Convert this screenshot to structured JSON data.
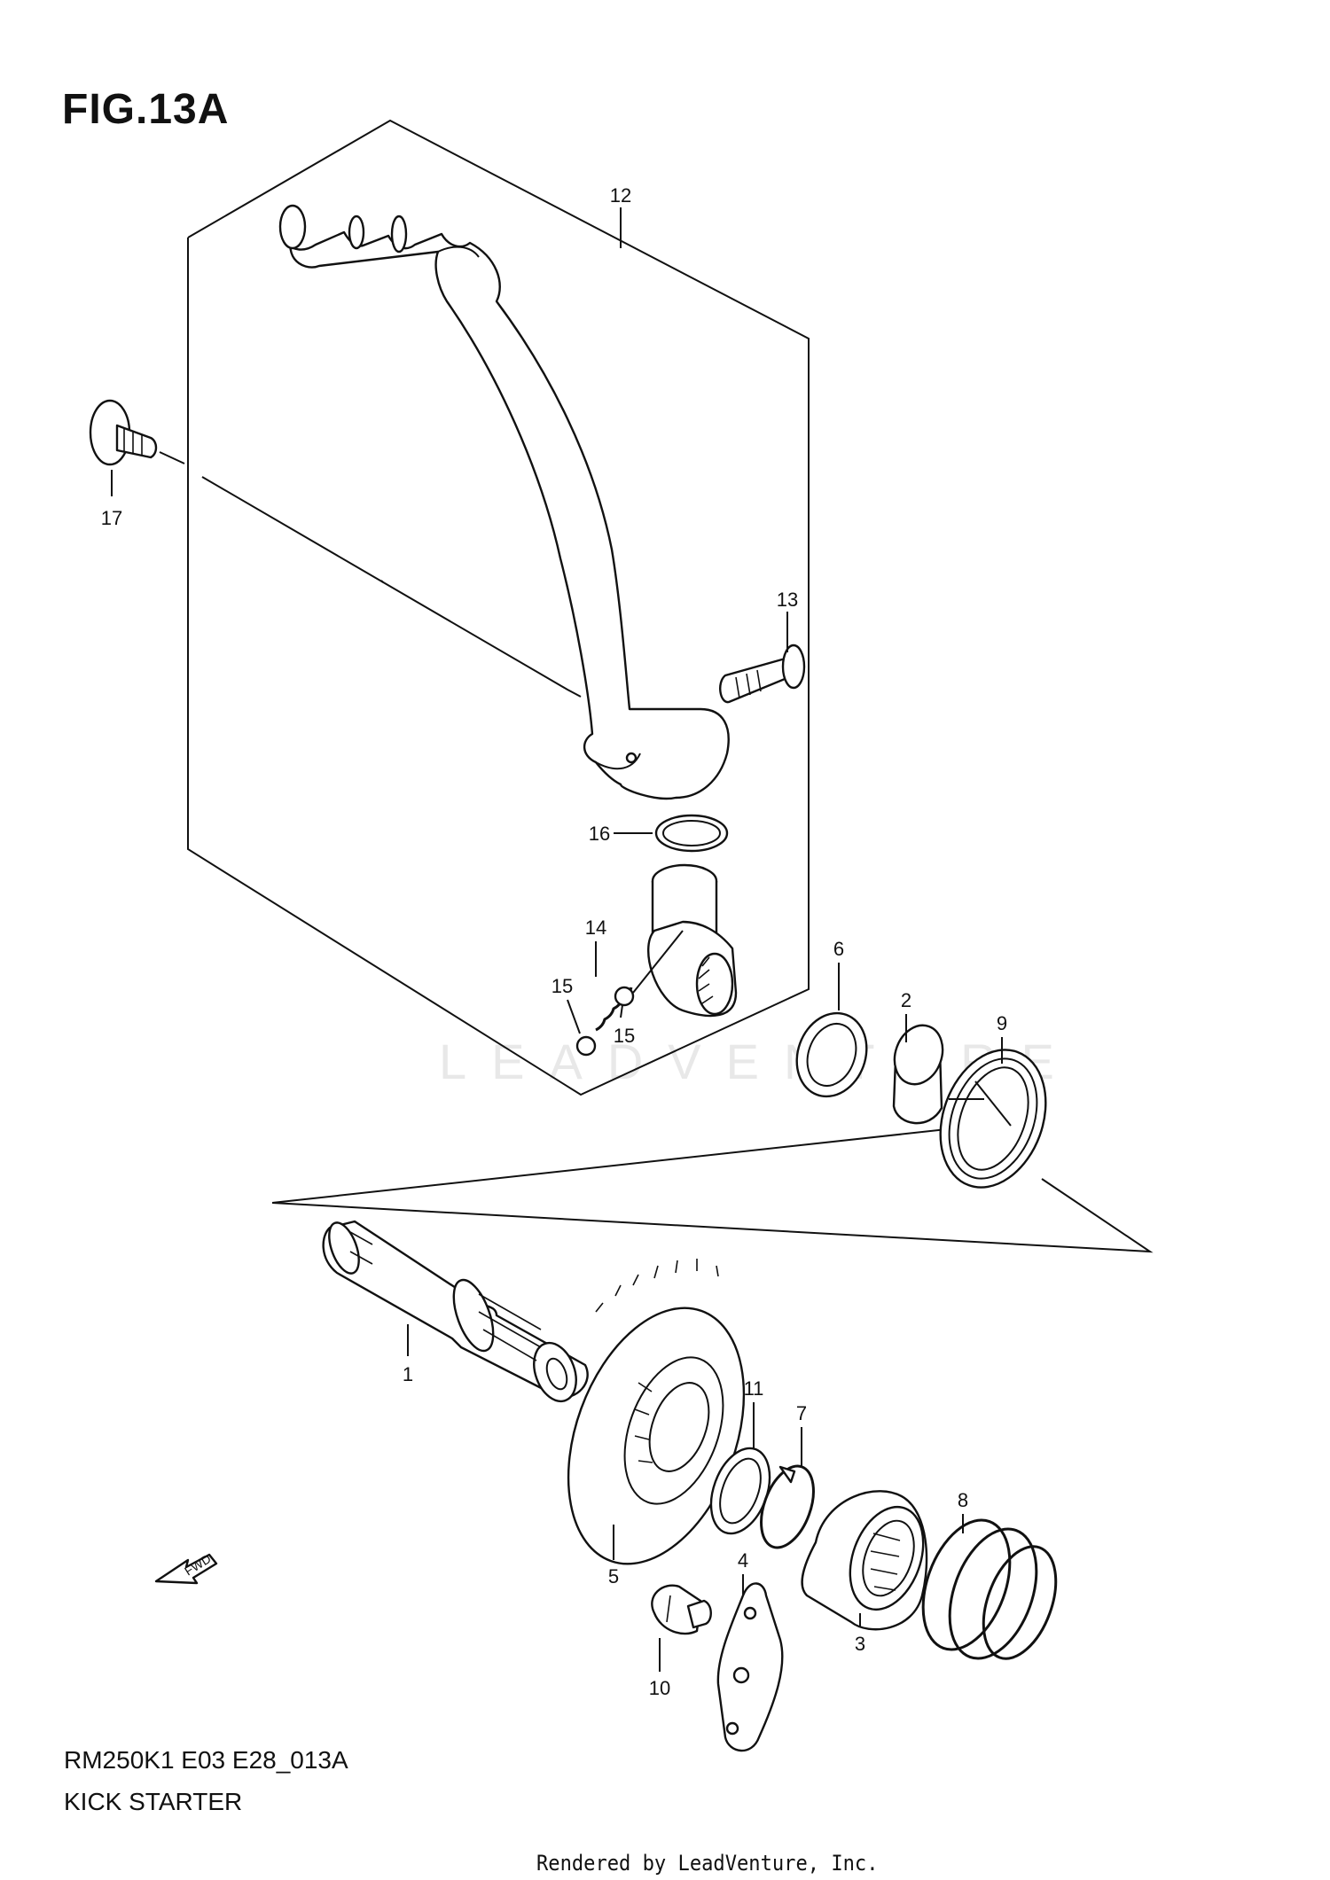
{
  "figure": {
    "title": "FIG.13A"
  },
  "footer": {
    "code": "RM250K1 E03 E28_013A",
    "name": "KICK STARTER",
    "rendered_by": "Rendered by LeadVenture, Inc."
  },
  "watermark": {
    "text": "LEADVENTURE"
  },
  "fwd_label": "FWD",
  "callouts": [
    {
      "label": "12"
    },
    {
      "label": "17"
    },
    {
      "label": "13"
    },
    {
      "label": "16"
    },
    {
      "label": "14"
    },
    {
      "label": "15"
    },
    {
      "label": "15"
    },
    {
      "label": "6"
    },
    {
      "label": "2"
    },
    {
      "label": "9"
    },
    {
      "label": "1"
    },
    {
      "label": "11"
    },
    {
      "label": "7"
    },
    {
      "label": "5"
    },
    {
      "label": "4"
    },
    {
      "label": "8"
    },
    {
      "label": "3"
    },
    {
      "label": "10"
    }
  ]
}
